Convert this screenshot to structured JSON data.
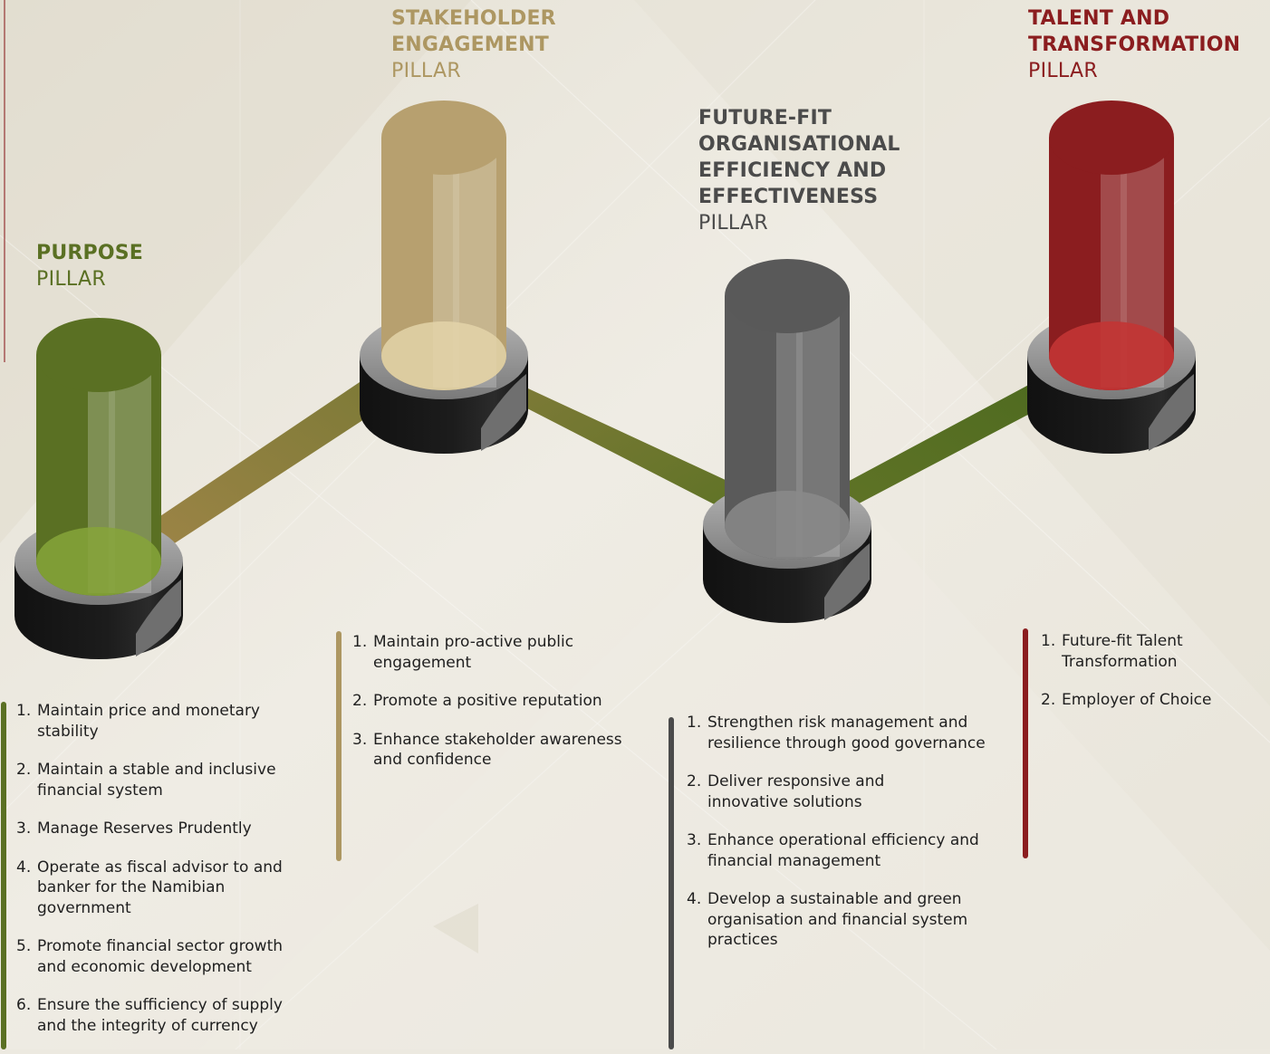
{
  "colors": {
    "purpose": "#5a7023",
    "stakeholder": "#b09a67",
    "efficiency": "#4b4b4b",
    "talent": "#8b1d1f",
    "background": "#ece9e0"
  },
  "pillars": [
    {
      "name": "PURPOSE",
      "kind": "PILLAR",
      "objectives": [
        {
          "num": "1.",
          "text": "Maintain price and monetary stability"
        },
        {
          "num": "2.",
          "text": "Maintain a stable and inclusive financial system"
        },
        {
          "num": "3.",
          "text": "Manage Reserves Prudently"
        },
        {
          "num": "4.",
          "text": "Operate as fiscal advisor to and banker for the Namibian government"
        },
        {
          "num": "5.",
          "text": "Promote financial sector growth and economic development"
        },
        {
          "num": "6.",
          "text": "Ensure the sufficiency of supply and the integrity of currency"
        }
      ]
    },
    {
      "name": "STAKEHOLDER\nENGAGEMENT",
      "kind": "PILLAR",
      "objectives": [
        {
          "num": "1.",
          "text": "Maintain pro-active public engagement"
        },
        {
          "num": "2.",
          "text": "Promote a positive reputation"
        },
        {
          "num": "3.",
          "text": "Enhance stakeholder awareness and confidence"
        }
      ]
    },
    {
      "name": "FUTURE-FIT\nORGANISATIONAL\nEFFICIENCY AND\nEFFECTIVENESS",
      "kind": "PILLAR",
      "objectives": [
        {
          "num": "1.",
          "text": "Strengthen risk management and resilience through good governance"
        },
        {
          "num": "2.",
          "text": "Deliver responsive and innovative solutions"
        },
        {
          "num": "3.",
          "text": "Enhance operational efficiency and financial management"
        },
        {
          "num": "4.",
          "text": "Develop a sustainable and green organisation and financial system practices"
        }
      ]
    },
    {
      "name": "TALENT AND\nTRANSFORMATION",
      "kind": "PILLAR",
      "objectives": [
        {
          "num": "1.",
          "text": "Future-fit Talent Transformation"
        },
        {
          "num": "2.",
          "text": "Employer of Choice"
        }
      ]
    }
  ]
}
